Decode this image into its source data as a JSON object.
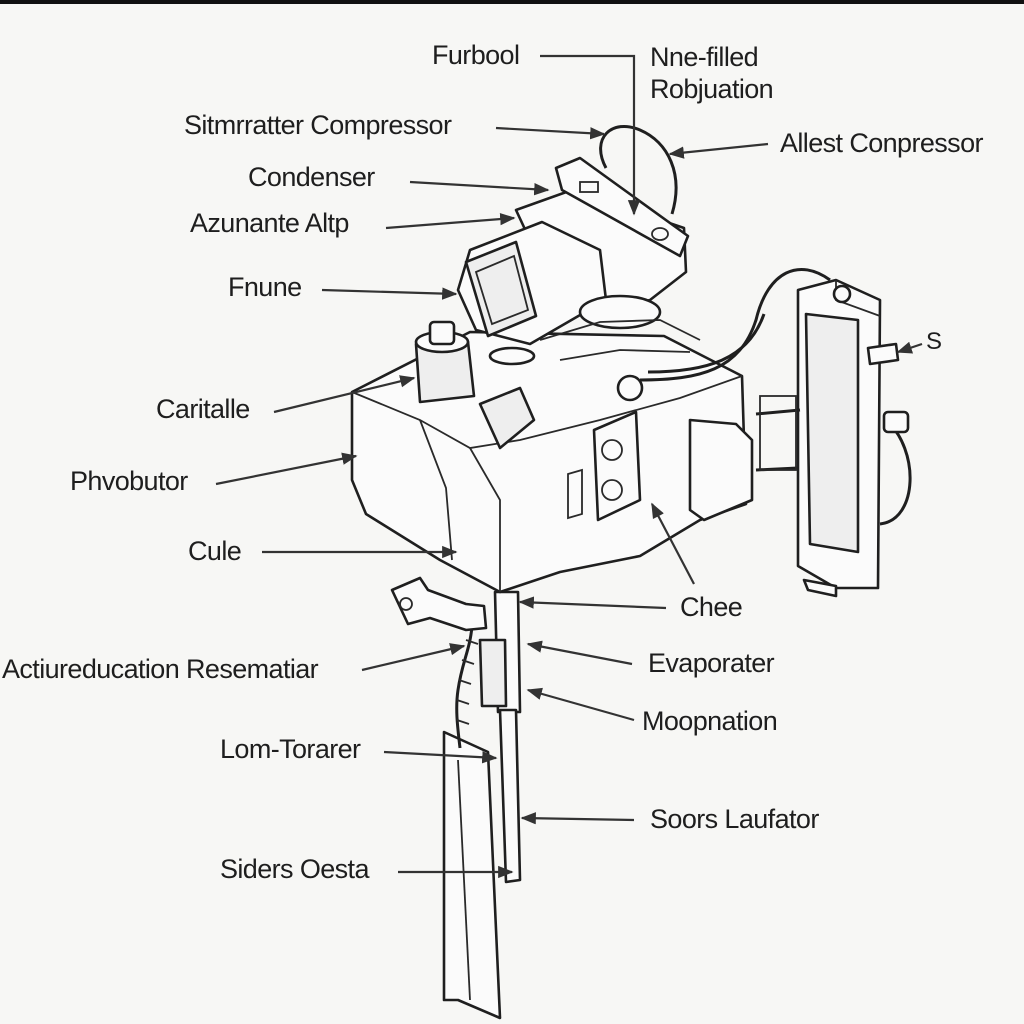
{
  "labels": {
    "furbool": "Furbool",
    "nne_filled": "Nne-filled",
    "robjuation": "Robjuation",
    "simmratter_compressor": "Sitmrratter Compressor",
    "allest_conpressor": "Allest Conpressor",
    "condenser": "Condenser",
    "azunante_altp": "Azunante Altp",
    "fnune": "Fnune",
    "s": "S",
    "caritalle": "Caritalle",
    "phvobutor": "Phvobutor",
    "cule": "Cule",
    "chee": "Chee",
    "actiureducation_resematiar": "Actiureducation Resematiar",
    "evaporater": "Evaporater",
    "moopnation": "Moopnation",
    "lom_torarer": "Lom-Torarer",
    "soors_laufator": "Soors Laufator",
    "siders_oesta": "Siders Oesta"
  },
  "colors": {
    "background": "#f7f7f5",
    "line": "#1f1f1f",
    "text": "#1e1e1e"
  }
}
